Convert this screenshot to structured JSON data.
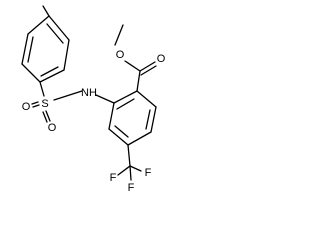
{
  "molecule": {
    "atoms": {
      "O_ester_ether": "O",
      "O_carbonyl": "O",
      "NH": "NH",
      "S": "S",
      "O_sulfonyl_left": "O",
      "O_sulfonyl_right": "O",
      "F_left": "F",
      "F_right": "F",
      "F_bottom": "F"
    }
  }
}
